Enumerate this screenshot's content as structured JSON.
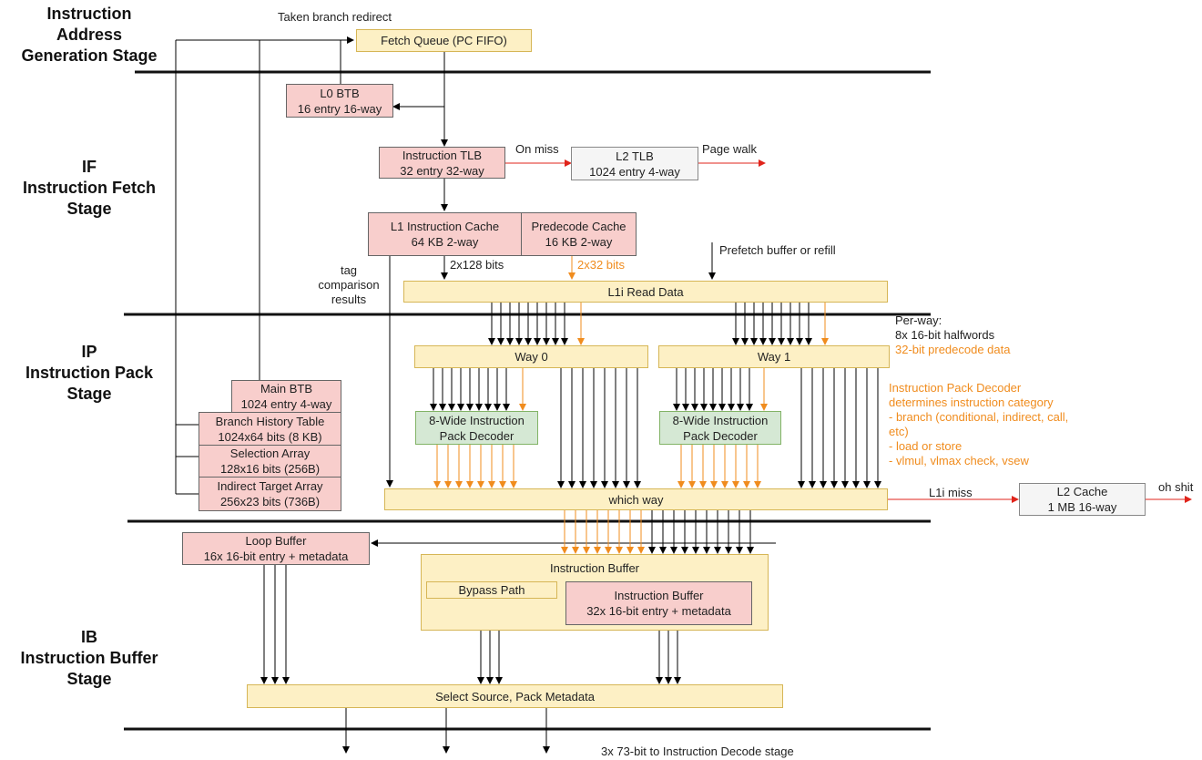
{
  "stages": {
    "iag": {
      "l1": "Instruction",
      "l2": "Address",
      "l3": "Generation Stage"
    },
    "if": {
      "l1": "IF",
      "l2": "Instruction Fetch",
      "l3": "Stage"
    },
    "ip": {
      "l1": "IP",
      "l2": "Instruction Pack",
      "l3": "Stage"
    },
    "ib": {
      "l1": "IB",
      "l2": "Instruction Buffer",
      "l3": "Stage"
    }
  },
  "blocks": {
    "fetch_queue": "Fetch Queue (PC FIFO)",
    "l0_btb": {
      "l1": "L0 BTB",
      "l2": "16 entry 16-way"
    },
    "itlb": {
      "l1": "Instruction TLB",
      "l2": "32 entry 32-way"
    },
    "l2tlb": {
      "l1": "L2 TLB",
      "l2": "1024 entry 4-way"
    },
    "l1i": {
      "l1": "L1 Instruction Cache",
      "l2": "64 KB 2-way"
    },
    "predecode": {
      "l1": "Predecode Cache",
      "l2": "16 KB 2-way"
    },
    "read_data": "L1i Read Data",
    "way0": "Way 0",
    "way1": "Way 1",
    "decoder0": {
      "l1": "8-Wide Instruction",
      "l2": "Pack Decoder"
    },
    "decoder1": {
      "l1": "8-Wide Instruction",
      "l2": "Pack Decoder"
    },
    "main_btb": {
      "l1": "Main BTB",
      "l2": "1024 entry 4-way"
    },
    "bht": {
      "l1": "Branch History Table",
      "l2": "1024x64 bits (8 KB)"
    },
    "sel": {
      "l1": "Selection Array",
      "l2": "128x16 bits (256B)"
    },
    "ita": {
      "l1": "Indirect Target Array",
      "l2": "256x23 bits (736B)"
    },
    "which_way": "which way",
    "l2cache": {
      "l1": "L2 Cache",
      "l2": "1 MB 16-way"
    },
    "loop_buffer": {
      "l1": "Loop Buffer",
      "l2": "16x 16-bit entry + metadata"
    },
    "ibuf_outer": "Instruction Buffer",
    "bypass": "Bypass Path",
    "ibuf_inner": {
      "l1": "Instruction Buffer",
      "l2": "32x 16-bit entry + metadata"
    },
    "select": "Select Source, Pack Metadata"
  },
  "labels": {
    "taken": "Taken branch redirect",
    "on_miss": "On miss",
    "page_walk": "Page walk",
    "prefetch": "Prefetch buffer or refill",
    "tag": {
      "l1": "tag",
      "l2": "comparison",
      "l3": "results"
    },
    "bits128": "2x128 bits",
    "bits32": "2x32 bits",
    "perway": {
      "l1": "Per-way:",
      "l2": "8x 16-bit halfwords",
      "l3": "32-bit predecode data"
    },
    "ipd": {
      "l1": "Instruction Pack Decoder",
      "l2": "determines instruction category",
      "l3": "- branch (conditional, indirect, call,",
      "l4": "etc)",
      "l5": "- load or store",
      "l6": "- vlmul, vlmax check, vsew"
    },
    "l1i_miss": "L1i miss",
    "oh_shit": "oh shit",
    "output": "3x 73-bit to Instruction Decode stage"
  },
  "colors": {
    "black": "#000000",
    "red": "#e0241b",
    "orange": "#f08c1e"
  }
}
